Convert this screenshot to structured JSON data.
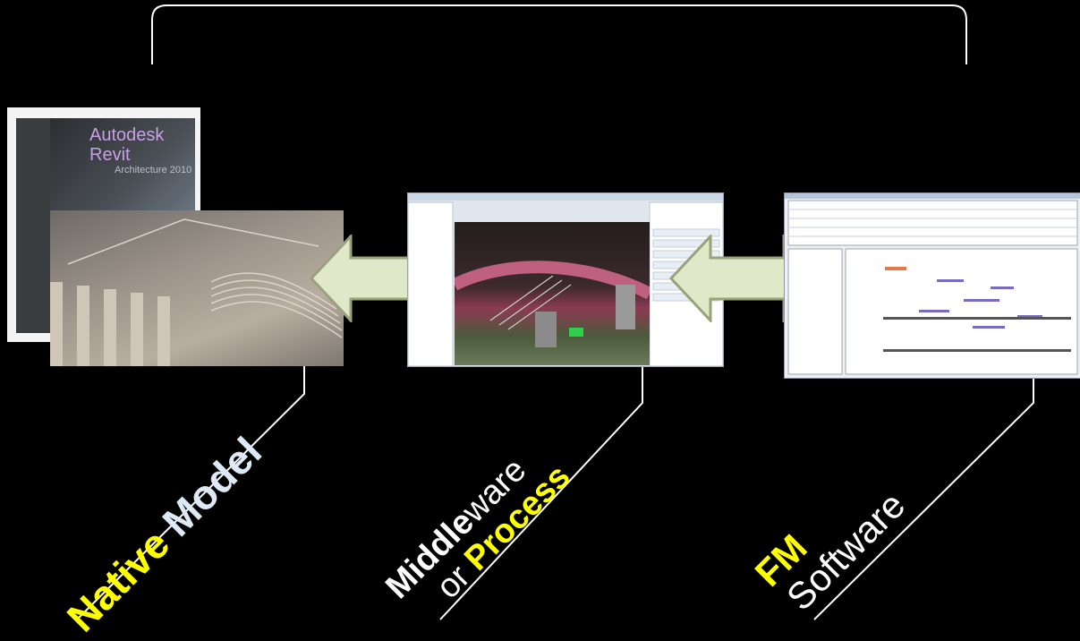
{
  "labels": {
    "native": "Native",
    "model": "Model",
    "middle": "Middle",
    "ware": "ware",
    "or": "or",
    "process": "Process",
    "fm": "FM",
    "software": "Software"
  },
  "revit_box": {
    "brand": "Autodesk",
    "product": "Revit",
    "edition": "Architecture 2010"
  },
  "colors": {
    "background": "#000000",
    "highlight": "#ffff00",
    "accent_light": "#dde9f5",
    "arrow_fill": "#dfe8c8",
    "arrow_stroke": "#9aa27a"
  },
  "icons": [
    "bidirectional-arrow",
    "bidirectional-arrow"
  ]
}
